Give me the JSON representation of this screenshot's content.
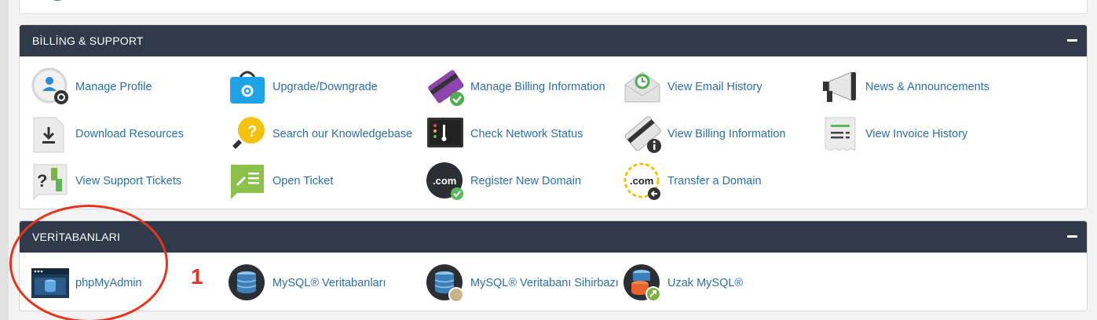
{
  "billing_panel": {
    "title": "BİLLİNG & SUPPORT",
    "items": [
      {
        "label": "Manage Profile",
        "icon": "user-profile-icon"
      },
      {
        "label": "Upgrade/Downgrade",
        "icon": "shopping-bag-gear-icon"
      },
      {
        "label": "Manage Billing Information",
        "icon": "credit-card-check-icon"
      },
      {
        "label": "View Email History",
        "icon": "envelope-clock-icon"
      },
      {
        "label": "News & Announcements",
        "icon": "megaphone-icon"
      },
      {
        "label": "Download Resources",
        "icon": "download-document-icon"
      },
      {
        "label": "Search our Knowledgebase",
        "icon": "lightbulb-question-icon"
      },
      {
        "label": "Check Network Status",
        "icon": "network-status-icon"
      },
      {
        "label": "View Billing Information",
        "icon": "card-info-icon"
      },
      {
        "label": "View Invoice History",
        "icon": "invoice-receipt-icon"
      },
      {
        "label": "View Support Tickets",
        "icon": "support-tickets-icon"
      },
      {
        "label": "Open Ticket",
        "icon": "open-ticket-icon"
      },
      {
        "label": "Register New Domain",
        "icon": "domain-register-icon"
      },
      {
        "label": "Transfer a Domain",
        "icon": "domain-transfer-icon"
      }
    ]
  },
  "database_panel": {
    "title": "VERİTABANLARI",
    "items": [
      {
        "label": "phpMyAdmin",
        "icon": "phpmyadmin-icon"
      },
      {
        "label": "MySQL® Veritabanları",
        "icon": "mysql-database-icon"
      },
      {
        "label": "MySQL® Veritabanı Sihirbazı",
        "icon": "mysql-wizard-icon"
      },
      {
        "label": "Uzak MySQL®",
        "icon": "remote-mysql-icon"
      }
    ]
  },
  "annotation": {
    "number": "1"
  },
  "colors": {
    "header_bg": "#2f3b4a",
    "link": "#2c6fa8",
    "annotation": "#e8341c"
  }
}
